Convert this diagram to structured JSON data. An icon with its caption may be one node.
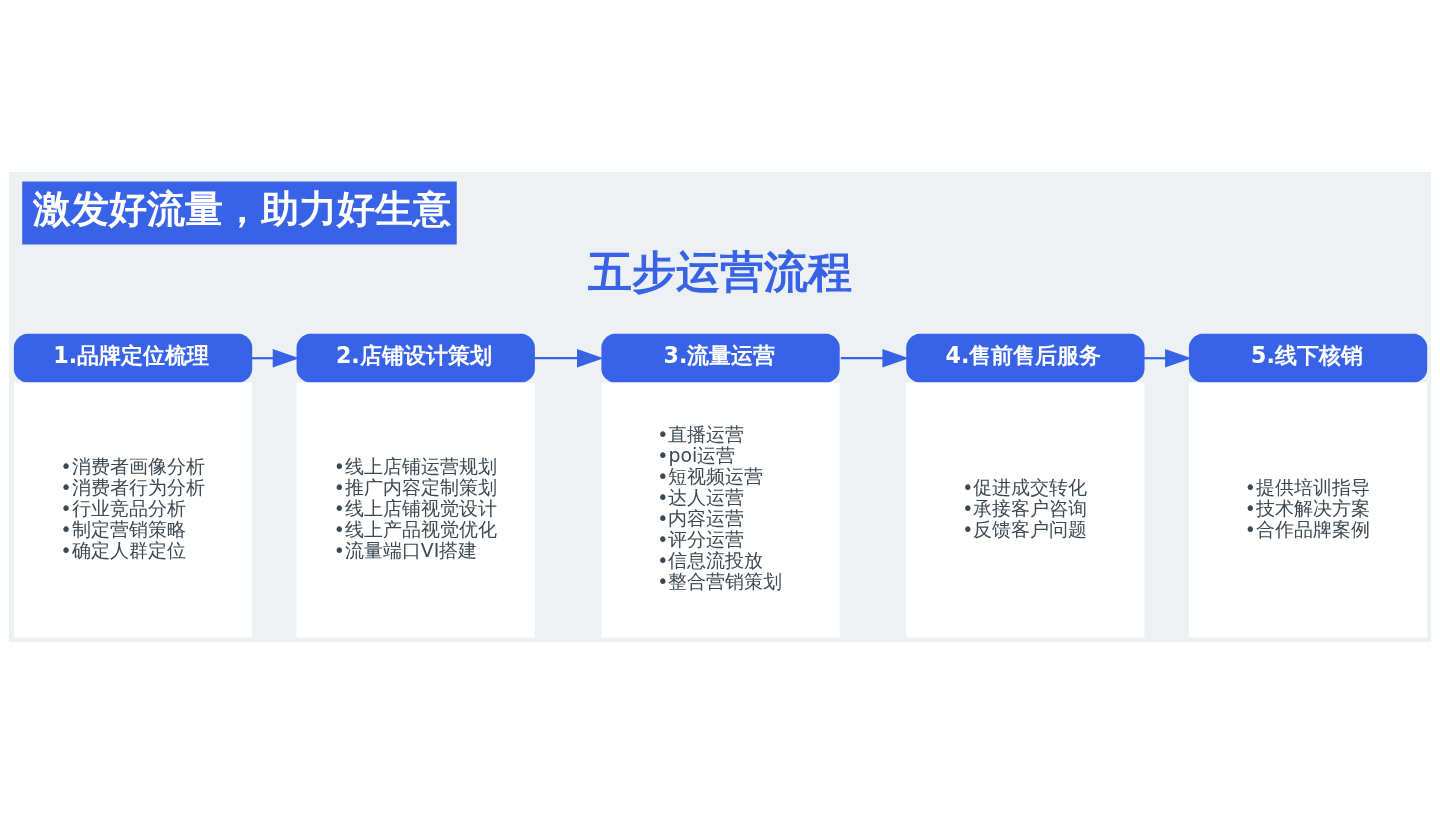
{
  "diagram": {
    "title": "激发好流量，助力好生意",
    "nodes": [
      {
        "text": [
          "1.品牌定位梳理",
          "•消费者画像分析",
          "•消费者行为分析",
          "•行业竞品分析",
          "•制定营销策略",
          "•确定人群定位"
        ]
      },
      {
        "text": [
          "2.店铺设计策划",
          "•线上店铺运营规划",
          "•推广内容定制策划",
          "•线上店铺视觉设计",
          "•线上产品视觉优化",
          "•流量端口VI搭建"
        ]
      },
      {
        "text": [
          "3.流量运营",
          "•直播运营",
          "•poi运营",
          "•短视频运营",
          "•达人运营",
          "•内容运营",
          "•评分运营",
          "•信息流投放",
          "•整合营销策划"
        ]
      },
      {
        "text": [
          "4.售前售后服务",
          "•促进成交转化",
          "•承接客户咨询",
          "•反馈客户问题"
        ]
      },
      {
        "text": [
          "5.线下核销",
          "•提供培训指导",
          "•技术解决方案",
          "•合作品牌案例"
        ]
      }
    ],
    "edges": [
      {
        "from": 0,
        "to": 1,
        "arrow": "to"
      },
      {
        "from": 1,
        "to": 2,
        "arrow": "to"
      },
      {
        "from": 2,
        "to": 3,
        "arrow": "to"
      },
      {
        "from": 3,
        "to": 4,
        "arrow": "to"
      }
    ],
    "labels": [
      "五步运营流程"
    ]
  }
}
